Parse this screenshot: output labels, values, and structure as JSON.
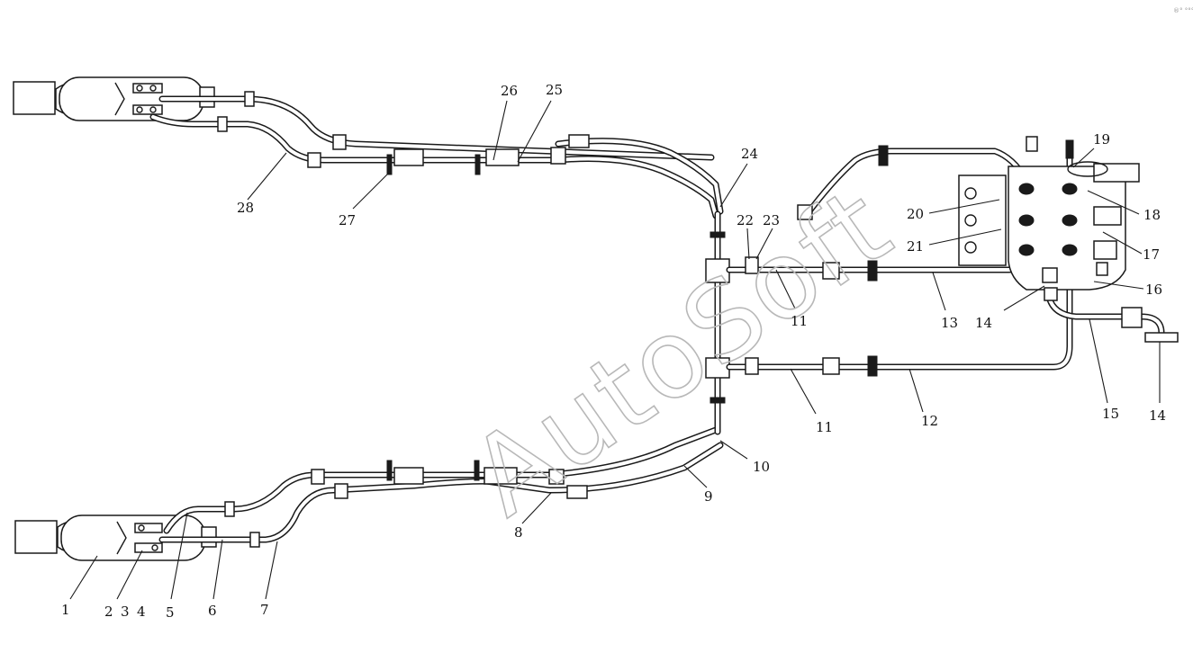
{
  "watermark": "AutoSoft",
  "corner_mark": "®° °°°",
  "callouts": [
    "1",
    "2",
    "3",
    "4",
    "5",
    "6",
    "7",
    "8",
    "9",
    "10",
    "11",
    "11",
    "12",
    "13",
    "14",
    "14",
    "15",
    "16",
    "17",
    "18",
    "19",
    "20",
    "21",
    "22",
    "23",
    "24",
    "25",
    "26",
    "27",
    "28"
  ],
  "colors": {
    "line": "#1a1a1a",
    "watermark": "#b8b8b8",
    "background": "#ffffff"
  }
}
